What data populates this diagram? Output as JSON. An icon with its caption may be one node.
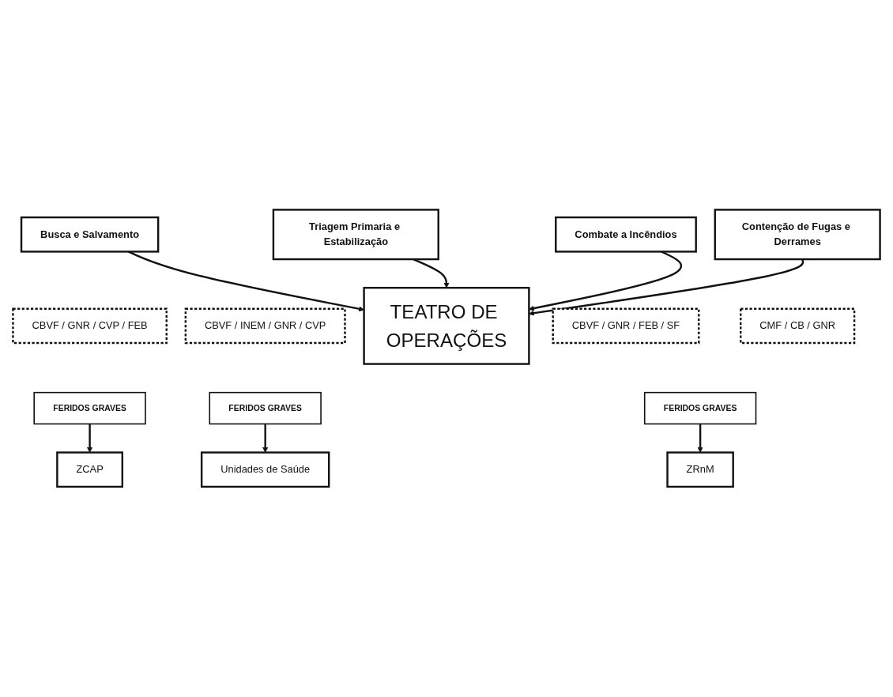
{
  "diagram": {
    "nodes": [
      {
        "text": [
          "TEATRO DE OPERAÇÕES"
        ]
      },
      {
        "text": [
          "Busca e Salvamento"
        ]
      },
      {
        "text": [
          "Triagem Primaria e Estabilização"
        ]
      },
      {
        "text": [
          "Combate a Incêndios"
        ]
      },
      {
        "text": [
          "Contenção de Fugas e Derrames"
        ]
      },
      {
        "text": [
          "CBVF / GNR / CVP / FEB"
        ]
      },
      {
        "text": [
          "CBVF / INEM / GNR / CVP"
        ]
      },
      {
        "text": [
          "CBVF / GNR / FEB / SF"
        ]
      },
      {
        "text": [
          "CMF / CB / GNR"
        ]
      },
      {
        "text": [
          "FERIDOS GRAVES"
        ]
      },
      {
        "text": [
          "FERIDOS GRAVES"
        ]
      },
      {
        "text": [
          "FERIDOS GRAVES"
        ]
      },
      {
        "text": [
          "ZCAP"
        ]
      },
      {
        "text": [
          "Unidades de Saúde"
        ]
      },
      {
        "text": [
          "ZRnM"
        ]
      }
    ],
    "edges": [
      {
        "from": 1,
        "to": 0,
        "arrow": "to"
      },
      {
        "from": 2,
        "to": 0,
        "arrow": "to"
      },
      {
        "from": 3,
        "to": 0,
        "arrow": "to"
      },
      {
        "from": 4,
        "to": 0,
        "arrow": "to"
      },
      {
        "from": 9,
        "to": 12,
        "arrow": "to"
      },
      {
        "from": 10,
        "to": 13,
        "arrow": "to"
      },
      {
        "from": 11,
        "to": 14,
        "arrow": "to"
      }
    ]
  }
}
